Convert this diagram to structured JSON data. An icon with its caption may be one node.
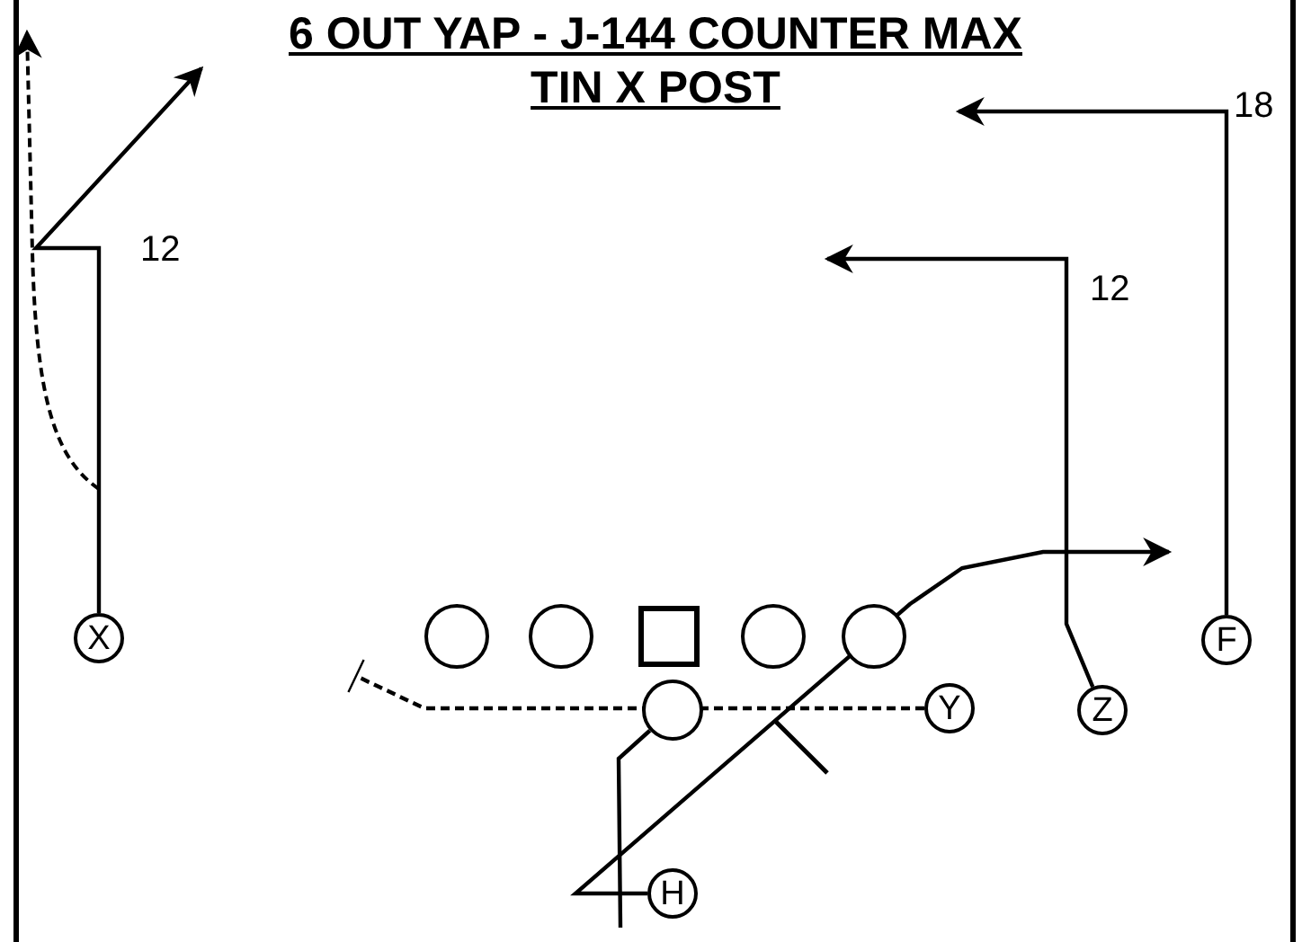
{
  "diagram": {
    "title": "6 OUT YAP - J-144 COUNTER MAX TIN X POST",
    "nodes": [
      {
        "text": [
          "X"
        ]
      },
      {
        "text": [],
        "shape": "circle"
      },
      {
        "text": [],
        "shape": "circle"
      },
      {
        "text": [],
        "shape": "box"
      },
      {
        "text": [],
        "shape": "circle"
      },
      {
        "text": [],
        "shape": "circle"
      },
      {
        "text": [
          "F"
        ]
      },
      {
        "text": [],
        "shape": "circle"
      },
      {
        "text": [
          "Y"
        ]
      },
      {
        "text": [
          "Z"
        ]
      },
      {
        "text": [
          "H"
        ]
      }
    ],
    "edges": [
      {
        "from": 0,
        "to": null,
        "arrow": "to"
      },
      {
        "from": 6,
        "to": null,
        "arrow": "to"
      },
      {
        "from": 9,
        "to": null,
        "arrow": "to"
      },
      {
        "from": 8,
        "to": null,
        "arrow": "other",
        "style": "dashed"
      },
      {
        "from": 7,
        "to": null,
        "arrow": "none"
      },
      {
        "from": 10,
        "to": null,
        "arrow": "to"
      }
    ],
    "labels": [
      "12",
      "18",
      "12"
    ]
  }
}
